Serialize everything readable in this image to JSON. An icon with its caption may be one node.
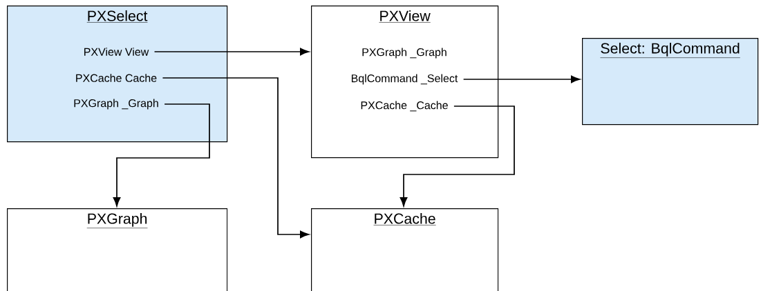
{
  "diagram": {
    "nodes": [
      {
        "text": [
          "PXSelect"
        ]
      },
      {
        "text": [
          "PXView View"
        ],
        "in": 0
      },
      {
        "text": [
          "PXCache Cache"
        ],
        "in": 0
      },
      {
        "text": [
          "PXGraph _Graph"
        ],
        "in": 0
      },
      {
        "text": [
          "PXView"
        ]
      },
      {
        "text": [
          "PXGraph _Graph"
        ],
        "in": 4
      },
      {
        "text": [
          "BqlCommand _Select"
        ],
        "in": 4
      },
      {
        "text": [
          "PXCache _Cache"
        ],
        "in": 4
      },
      {
        "text": [
          "Select: BqlCommand"
        ]
      },
      {
        "text": [
          "PXGraph"
        ]
      },
      {
        "text": [
          "PXCache"
        ]
      }
    ],
    "edges": [
      {
        "from": 1,
        "to": 4,
        "arrow": "to"
      },
      {
        "from": 2,
        "to": 10,
        "arrow": "to"
      },
      {
        "from": 3,
        "to": 9,
        "arrow": "to"
      },
      {
        "from": 6,
        "to": 8,
        "arrow": "to"
      },
      {
        "from": 7,
        "to": 10,
        "arrow": "to"
      }
    ]
  }
}
